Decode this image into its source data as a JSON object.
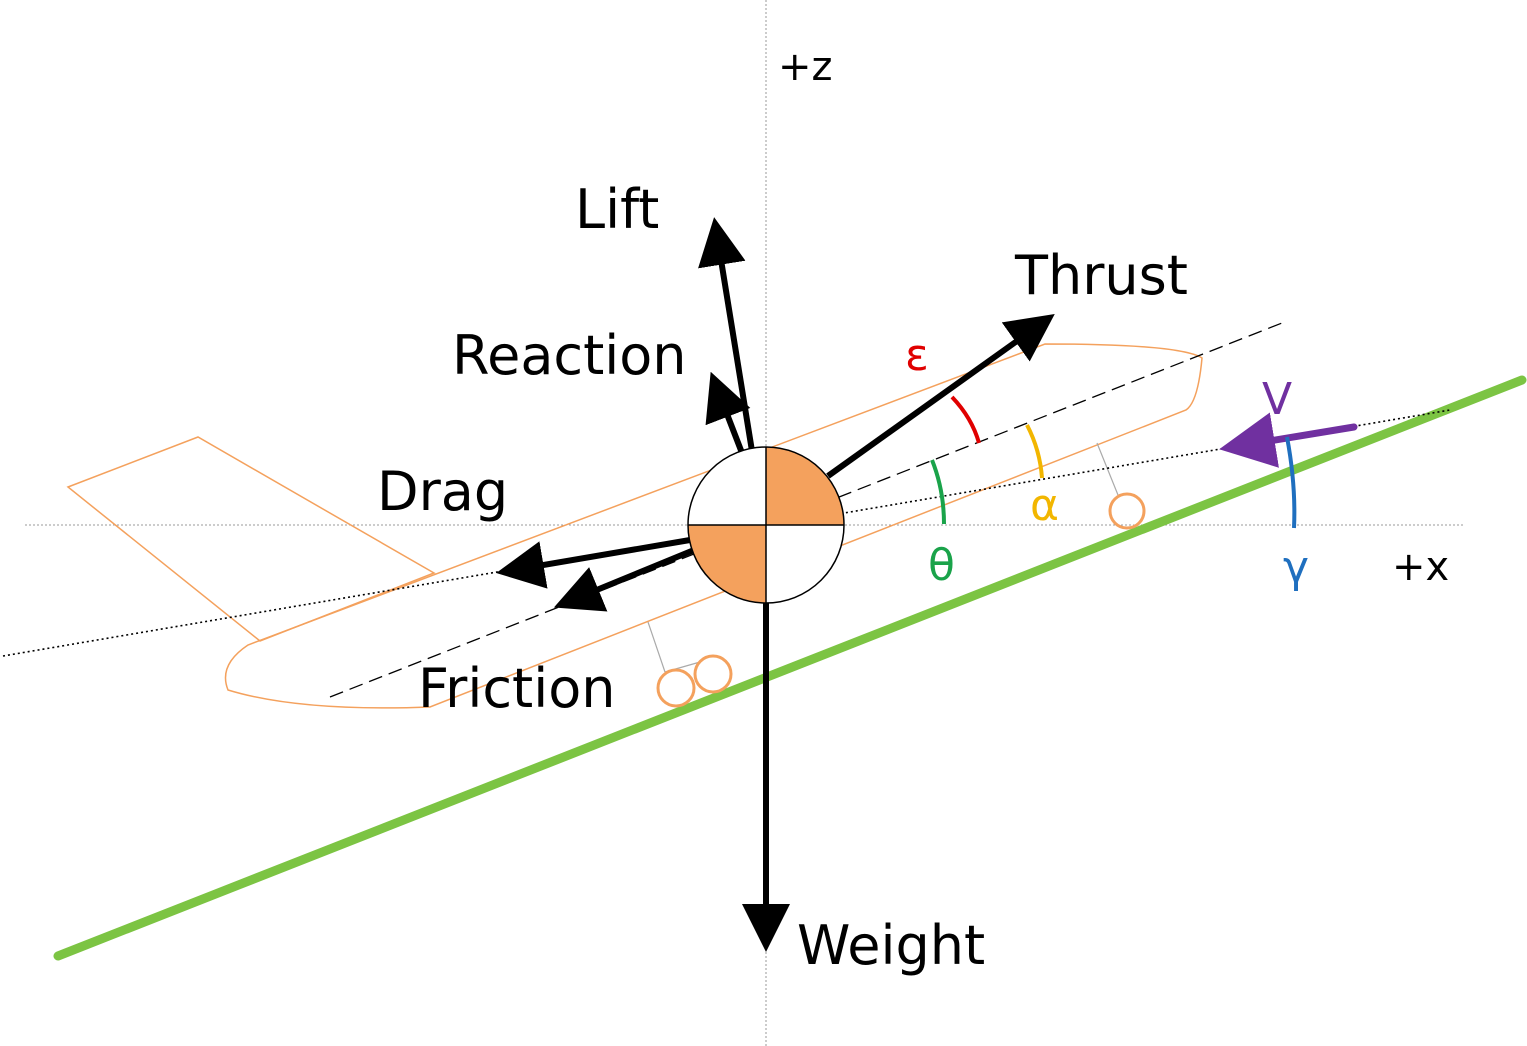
{
  "axes": {
    "z_label": "+z",
    "x_label": "+x"
  },
  "forces": {
    "lift": "Lift",
    "reaction": "Reaction",
    "thrust": "Thrust",
    "drag": "Drag",
    "friction": "Friction",
    "weight": "Weight"
  },
  "angles": {
    "epsilon": "ε",
    "alpha": "α",
    "theta": "θ",
    "gamma": "γ",
    "velocity": "V"
  },
  "colors": {
    "epsilon": "#e00000",
    "alpha": "#f2b600",
    "theta": "#1aa34a",
    "gamma": "#1f6fbf",
    "velocity": "#7030a0",
    "ground": "#7cc443",
    "airframe": "#f4a15d",
    "cg_fill": "#f4a15d",
    "force_arrows": "#000000"
  }
}
